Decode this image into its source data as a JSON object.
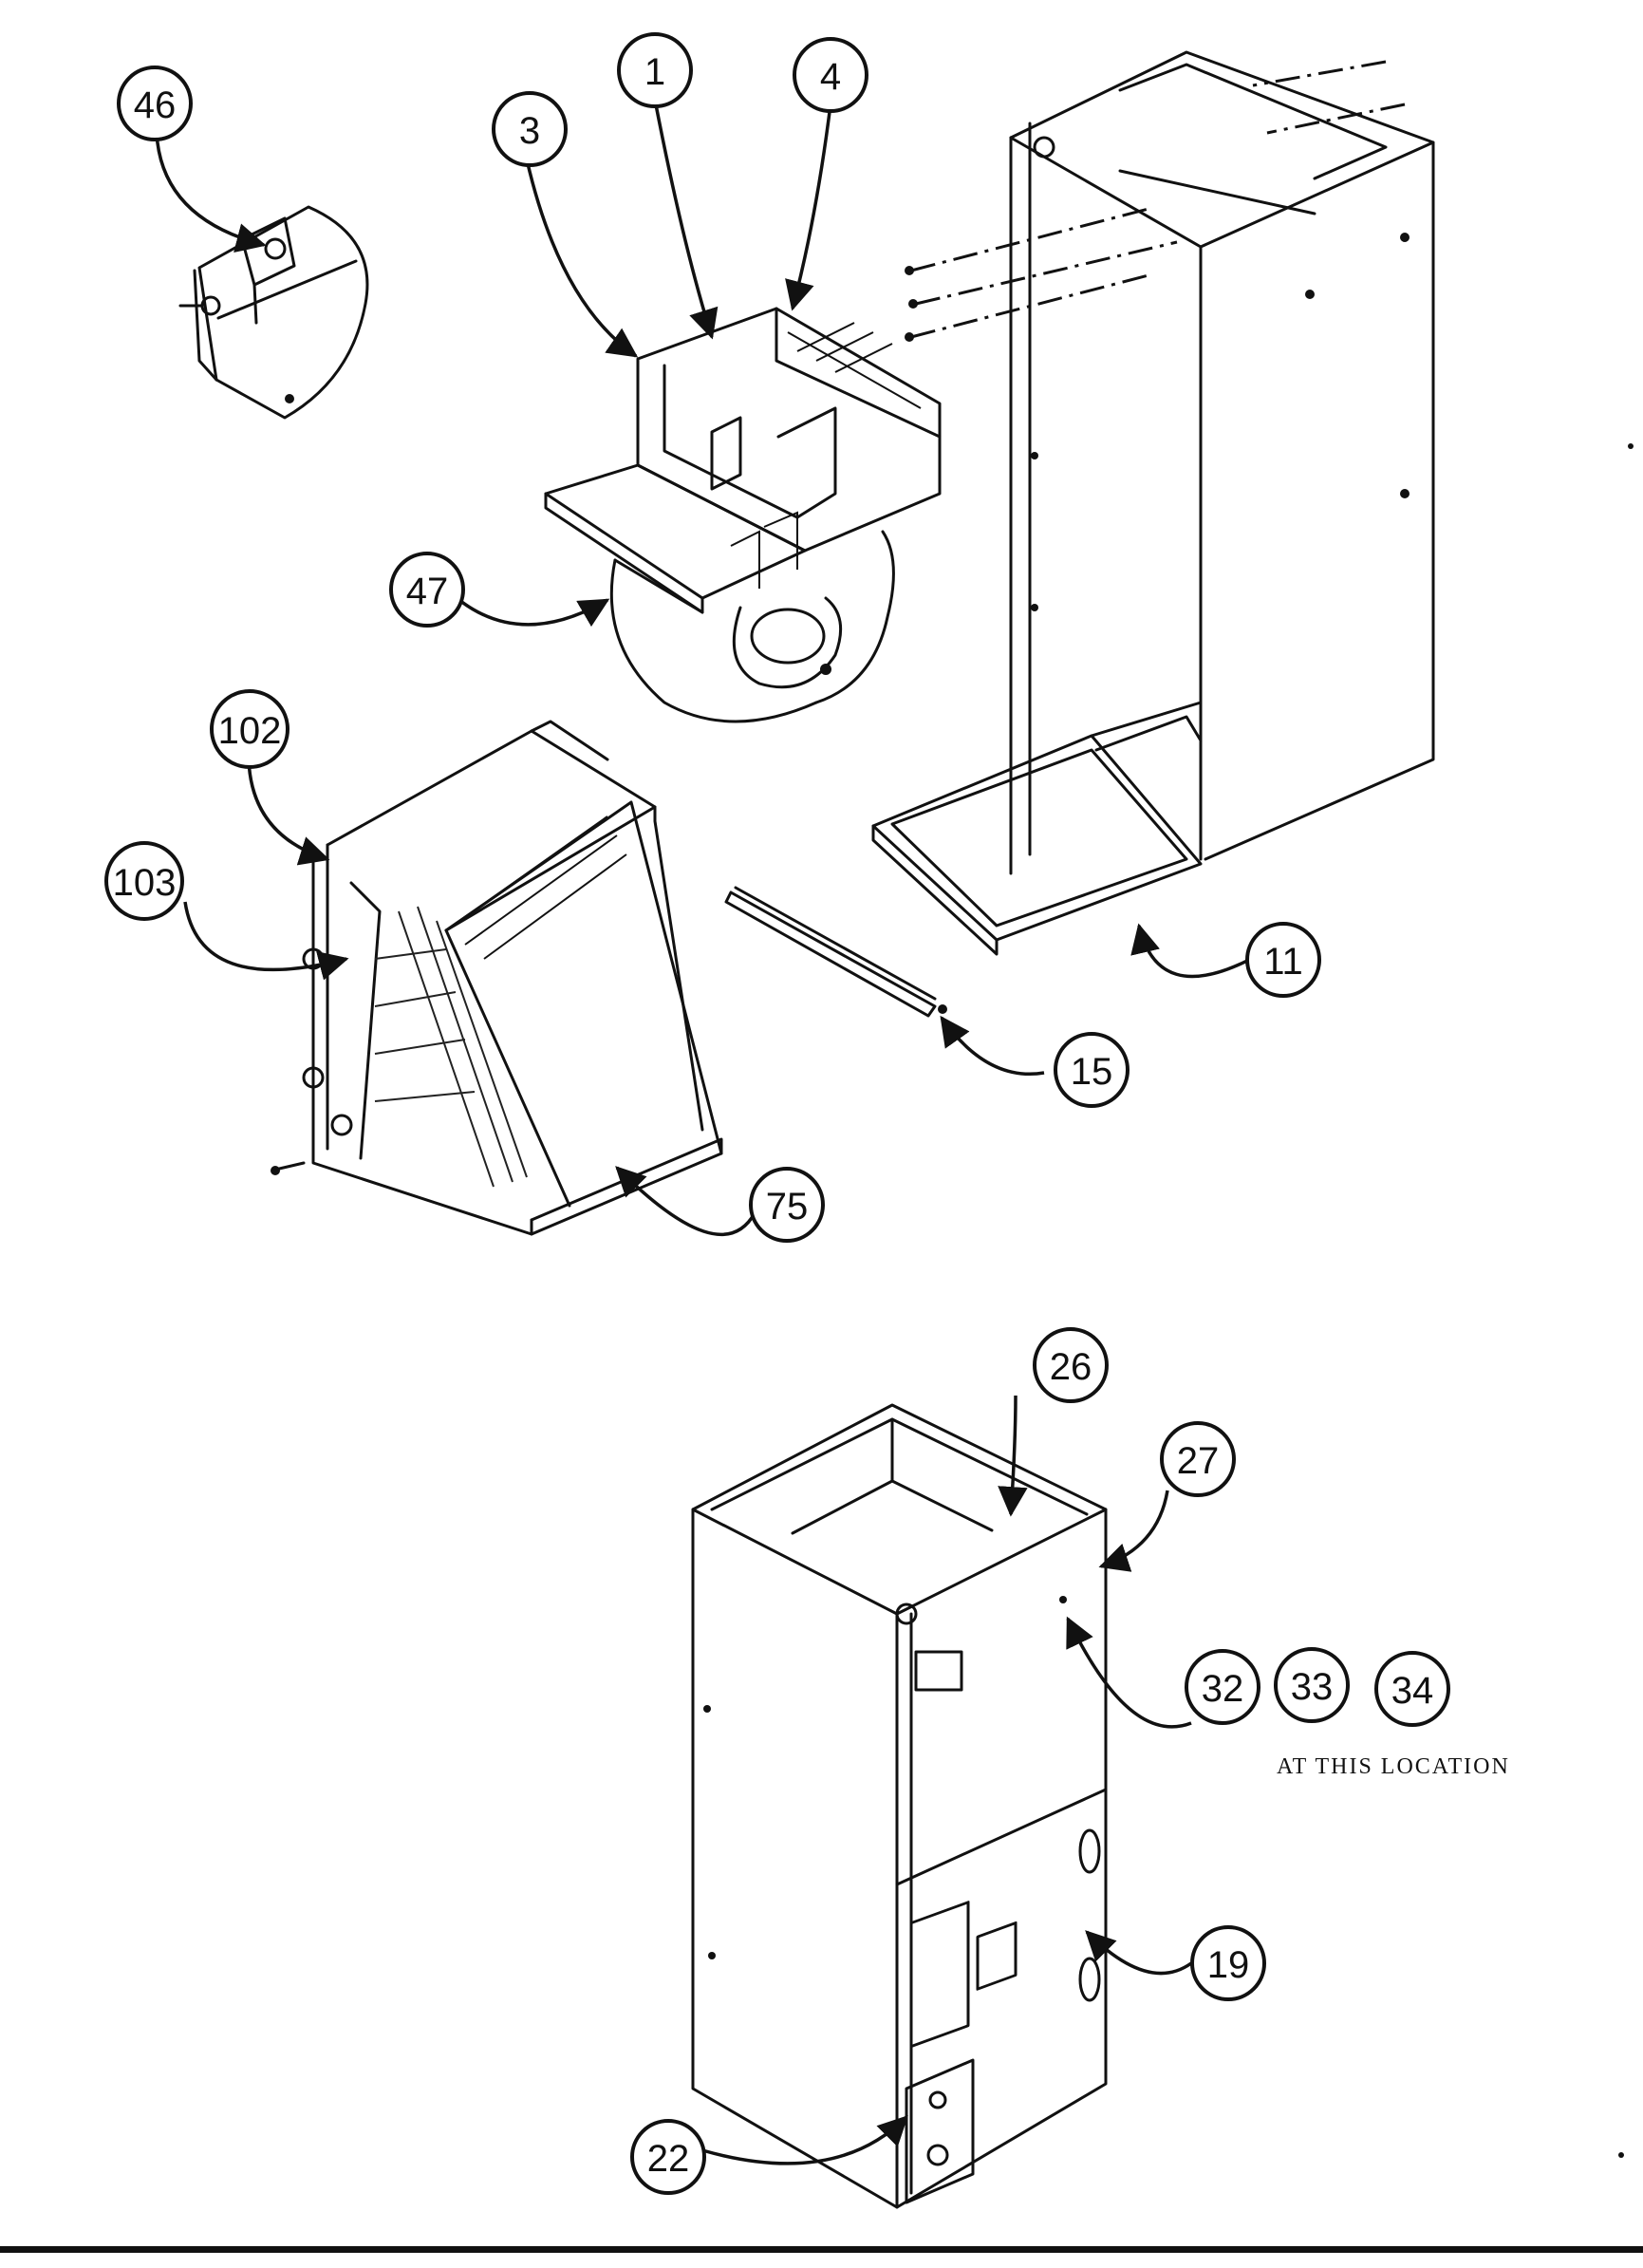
{
  "callouts": [
    {
      "id": "46",
      "label": "46"
    },
    {
      "id": "3",
      "label": "3"
    },
    {
      "id": "1",
      "label": "1"
    },
    {
      "id": "4",
      "label": "4"
    },
    {
      "id": "47",
      "label": "47"
    },
    {
      "id": "102",
      "label": "102"
    },
    {
      "id": "103",
      "label": "103"
    },
    {
      "id": "11",
      "label": "11"
    },
    {
      "id": "15",
      "label": "15"
    },
    {
      "id": "75",
      "label": "75"
    },
    {
      "id": "26",
      "label": "26"
    },
    {
      "id": "27",
      "label": "27"
    },
    {
      "id": "32",
      "label": "32"
    },
    {
      "id": "33",
      "label": "33"
    },
    {
      "id": "34",
      "label": "34"
    },
    {
      "id": "19",
      "label": "19"
    },
    {
      "id": "22",
      "label": "22"
    }
  ],
  "note": "AT THIS LOCATION",
  "colors": {
    "line": "#111111",
    "background": "#ffffff"
  }
}
